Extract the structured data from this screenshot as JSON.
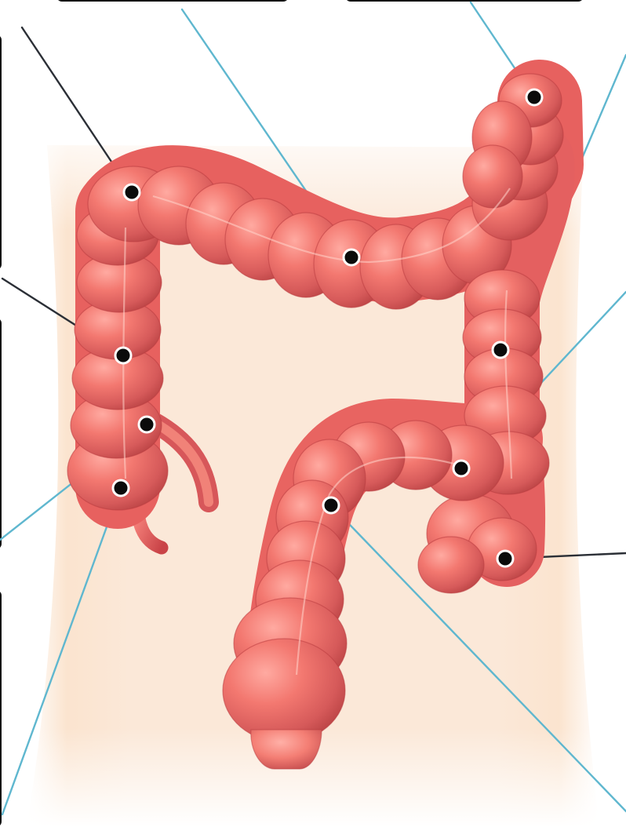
{
  "diagram": {
    "colors": {
      "background": "#ffffff",
      "torso_skin": "#fbe7d5",
      "colon_light": "#ff8f86",
      "colon_mid": "#f26f69",
      "colon_dark": "#cc4d4f",
      "colon_shadow": "#b93d40",
      "label_box": "#111111",
      "marker_fill": "#0b0b0b",
      "marker_ring": "#ffffff",
      "leader_cyan": "#5fb7cf",
      "leader_dark": "#2b2f36"
    },
    "label_boxes": [
      {
        "id": "top-left-box",
        "text": ""
      },
      {
        "id": "top-right-box",
        "text": ""
      },
      {
        "id": "left-upper-box",
        "text": ""
      },
      {
        "id": "left-middle-box",
        "text": ""
      },
      {
        "id": "left-lower-box",
        "text": ""
      }
    ],
    "pointers": [
      {
        "id": "hepatic-flexure",
        "marker_icon": "circle-marker-icon"
      },
      {
        "id": "transverse-colon",
        "marker_icon": "circle-marker-icon"
      },
      {
        "id": "splenic-flexure",
        "marker_icon": "circle-marker-icon"
      },
      {
        "id": "descending-colon",
        "marker_icon": "circle-marker-icon"
      },
      {
        "id": "ascending-colon",
        "marker_icon": "circle-marker-icon"
      },
      {
        "id": "ileocecal-junction",
        "marker_icon": "circle-marker-icon"
      },
      {
        "id": "cecum",
        "marker_icon": "circle-marker-icon"
      },
      {
        "id": "sigmoid-upper",
        "marker_icon": "circle-marker-icon"
      },
      {
        "id": "sigmoid-lower",
        "marker_icon": "circle-marker-icon"
      },
      {
        "id": "rectum",
        "marker_icon": "circle-marker-icon"
      }
    ]
  }
}
